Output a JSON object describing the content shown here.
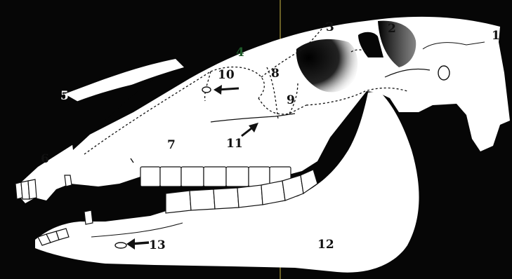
{
  "figure": {
    "background_color": "#060606",
    "bone_color": "#ffffff",
    "line_color": "#111111",
    "label_green": "#1f5a2a",
    "labels": [
      {
        "id": "1",
        "text": "1"
      },
      {
        "id": "2",
        "text": "2"
      },
      {
        "id": "3",
        "text": "3"
      },
      {
        "id": "4",
        "text": "4"
      },
      {
        "id": "5",
        "text": "5"
      },
      {
        "id": "6",
        "text": "6"
      },
      {
        "id": "7",
        "text": "7"
      },
      {
        "id": "8",
        "text": "8"
      },
      {
        "id": "9",
        "text": "9"
      },
      {
        "id": "10",
        "text": "10"
      },
      {
        "id": "11",
        "text": "11"
      },
      {
        "id": "12",
        "text": "12"
      },
      {
        "id": "13",
        "text": "13"
      }
    ]
  }
}
